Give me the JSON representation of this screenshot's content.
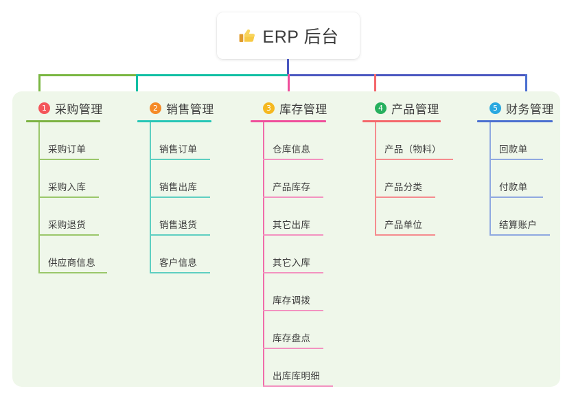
{
  "root": {
    "icon": "thumbs-up-icon",
    "title": "ERP 后台"
  },
  "colors": {
    "panel_bg": "#eff7ea",
    "page_bg": "#ffffff",
    "root_stem": "#4a57c0",
    "bar_green": "#79b641",
    "bar_teal": "#11bfa3",
    "bar_blue": "#4a57c0",
    "text": "#3c3c3c"
  },
  "connectors": {
    "root_stem_color": "#4a57c0",
    "segments": [
      {
        "name": "bar-green",
        "color": "#79b641"
      },
      {
        "name": "bar-teal",
        "color": "#11bfa3"
      },
      {
        "name": "bar-blue",
        "color": "#4a57c0"
      }
    ]
  },
  "branches": [
    {
      "index": "1",
      "title": "采购管理",
      "badge_color": "#f4555a",
      "line_color": "#7cb342",
      "drop_color": "#79b641",
      "leaves": [
        "采购订单",
        "采购入库",
        "采购退货",
        "供应商信息"
      ]
    },
    {
      "index": "2",
      "title": "销售管理",
      "badge_color": "#f58a27",
      "line_color": "#26c6b6",
      "drop_color": "#11bfa3",
      "leaves": [
        "销售订单",
        "销售出库",
        "销售退货",
        "客户信息"
      ]
    },
    {
      "index": "3",
      "title": "库存管理",
      "badge_color": "#f5b820",
      "line_color": "#ef4e9b",
      "drop_color": "#ef4e9b",
      "leaves": [
        "仓库信息",
        "产品库存",
        "其它出库",
        "其它入库",
        "库存调拨",
        "库存盘点",
        "出库库明细"
      ]
    },
    {
      "index": "4",
      "title": "产品管理",
      "badge_color": "#26b05e",
      "line_color": "#f4676b",
      "drop_color": "#f4676b",
      "leaves": [
        "产品（物料）",
        "产品分类",
        "产品单位"
      ]
    },
    {
      "index": "5",
      "title": "财务管理",
      "badge_color": "#29a8e0",
      "line_color": "#4a6fd0",
      "drop_color": "#6d8ad8",
      "leaves": [
        "回款单",
        "付款单",
        "结算账户"
      ]
    }
  ]
}
